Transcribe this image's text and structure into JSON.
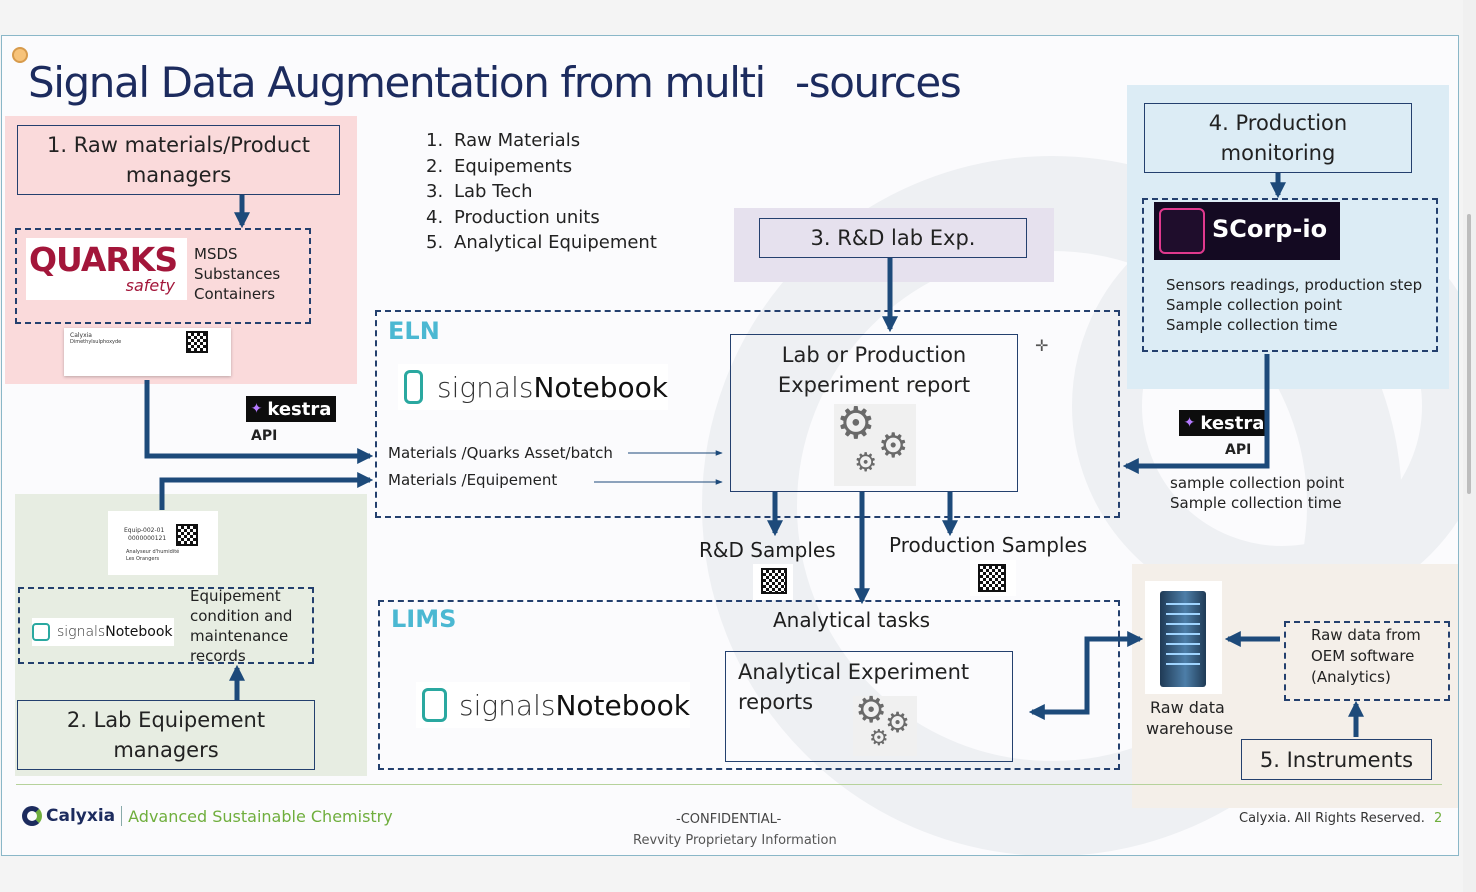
{
  "slide": {
    "title_part1": "Signal Data Augmentation from multi",
    "title_part2": "-sources"
  },
  "sources_list": [
    {
      "num": "1.",
      "label": "Raw Materials"
    },
    {
      "num": "2.",
      "label": "Equipements"
    },
    {
      "num": "3.",
      "label": "Lab Tech"
    },
    {
      "num": "4.",
      "label": "Production units"
    },
    {
      "num": "5.",
      "label": "Analytical Equipement"
    }
  ],
  "raw_materials": {
    "box_label": "1. Raw materials/Product managers",
    "quarks_name": "QUARKS",
    "quarks_sub": "safety",
    "items": [
      "MSDS",
      "Substances",
      "Containers"
    ],
    "label_tag_line1": "Calyxia",
    "label_tag_line2": "Dimethylsulphoxyde"
  },
  "lab_equipment": {
    "box_label": "2. Lab Equipement managers",
    "records_text": [
      "Equipement",
      "condition and",
      "maintenance",
      "records"
    ],
    "tag_line1": "Equip-002-01",
    "tag_line2": "0000000121",
    "tag_line3": "Analyseur d'humidité",
    "tag_line4": "Les Orangers"
  },
  "rnd": {
    "box_label": "3. R&D lab Exp."
  },
  "production": {
    "box_label": "4. Production monitoring",
    "scorp_name": "SCorp-io",
    "items": [
      "Sensors readings, production step",
      "Sample collection point",
      "Sample collection time"
    ]
  },
  "instruments": {
    "box_label": "5. Instruments",
    "raw_data_text": [
      "Raw data from",
      "OEM software",
      "(Analytics)"
    ],
    "warehouse_label": [
      "Raw data",
      "warehouse"
    ]
  },
  "eln": {
    "label": "ELN",
    "logo_light": "signals",
    "logo_bold": "Notebook",
    "material_line1": "Materials /Quarks Asset/batch",
    "material_line2": "Materials /Equipement",
    "report_title": [
      "Lab or Production",
      "Experiment report"
    ]
  },
  "kestra_left": {
    "logo": "kestra",
    "api": "API"
  },
  "kestra_right": {
    "logo": "kestra",
    "api": "API",
    "notes": [
      "sample collection point",
      "Sample collection time"
    ]
  },
  "samples": {
    "rnd": "R&D Samples",
    "production": "Production Samples"
  },
  "lims": {
    "label": "LIMS",
    "logo_light": "signals",
    "logo_bold": "Notebook",
    "tasks_label": "Analytical tasks",
    "report_title": [
      "Analytical Experiment",
      "reports"
    ]
  },
  "footer": {
    "brand": "Calyxia",
    "tagline": "Advanced Sustainable Chemistry",
    "confidential": "-CONFIDENTIAL-",
    "proprietary": "Revvity Proprietary Information",
    "rights": "Calyxia. All Rights Reserved.",
    "page": "2"
  },
  "colors": {
    "arrow": "#1d4a7a",
    "title": "#1c2b5e",
    "cyan_label": "#4bb8d2",
    "quarks_red": "#a3163a",
    "footer_green": "#6fae3d"
  }
}
